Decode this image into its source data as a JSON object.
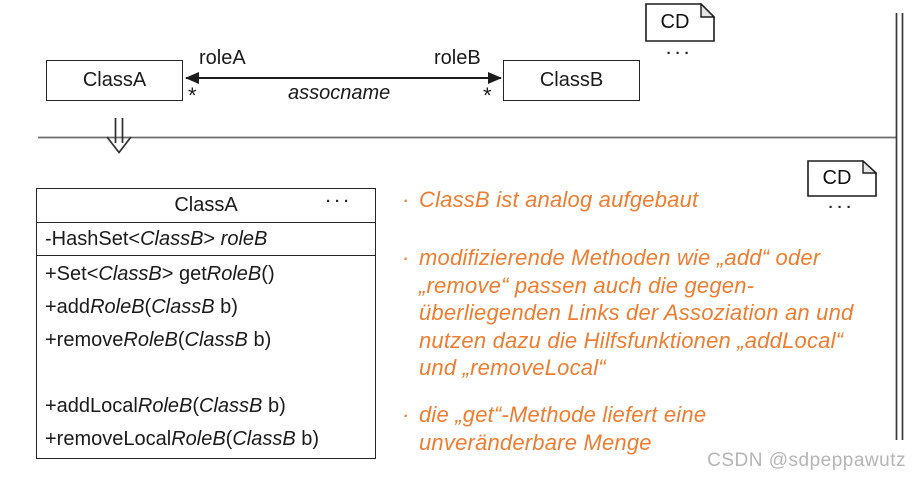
{
  "top_diagram": {
    "class_a_label": "ClassA",
    "class_b_label": "ClassB",
    "role_a_label": "roleA",
    "role_b_label": "roleB",
    "assoc_name_label": "assocname",
    "multiplicity_a": "*",
    "multiplicity_b": "*",
    "cd_note": {
      "label": "CD",
      "dots": "···"
    },
    "transform_arrow_glyph": "⇓"
  },
  "cd_note_2": {
    "label": "CD",
    "dots": "···"
  },
  "class_detail": {
    "title": "ClassA",
    "dots": "···",
    "attribute": {
      "s1": "-HashSet<",
      "s2": "ClassB",
      "s3": "> ",
      "s4": "roleB"
    },
    "methods": [
      {
        "s1": "+Set<",
        "s2": "ClassB",
        "s3": "> get",
        "s4": "RoleB",
        "s5": "()"
      },
      {
        "s1": "+add",
        "s2": "RoleB",
        "s3": "(",
        "s4": "ClassB",
        "s5": " b)"
      },
      {
        "s1": "+remove",
        "s2": "RoleB",
        "s3": "(",
        "s4": "ClassB",
        "s5": " b)"
      },
      {
        "s1": "+addLocal",
        "s2": "RoleB",
        "s3": "(",
        "s4": "ClassB",
        "s5": " b)"
      },
      {
        "s1": "+removeLocal",
        "s2": "RoleB",
        "s3": "(",
        "s4": "ClassB",
        "s5": " b)"
      }
    ]
  },
  "notes": {
    "accent_color": "#ED7D31",
    "bullet_glyph": "·",
    "bullets": [
      {
        "lines": [
          "ClassB ist analog aufgebaut"
        ]
      },
      {
        "lines": [
          "modifizierende Methoden wie „add“ oder",
          "„remove“ passen auch die gegen-",
          "überliegenden Links der Assoziation an und",
          "nutzen dazu die Hilfsfunktionen „addLocal“",
          "und  „removeLocal“"
        ]
      },
      {
        "lines": [
          "die „get“-Methode liefert eine",
          "unveränderbare Menge"
        ]
      }
    ]
  },
  "watermark": "CSDN @sdpeppawutz"
}
